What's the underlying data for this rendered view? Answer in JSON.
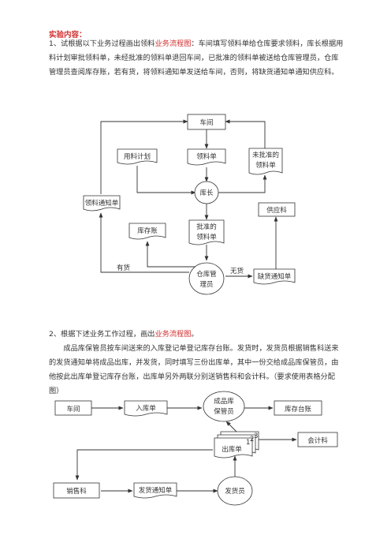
{
  "heading": "实验内容：",
  "q1": {
    "prefix": "1、试根据以下业务过程画出领料",
    "highlight": "业务流程图",
    "rest": "：车间填写领料单给仓库要求领料，库长根据用料计划审批领料单，未经批准的领料单退回车间，已批准的领料单被送给仓库管理员，仓库管理员查阅库存账，若有货，将领料通知单发送给车间，否则，将缺货通知单通知供应科。"
  },
  "d1": {
    "chejian": "车间",
    "yongliao": "用料计划",
    "lingliaodan": "领料单",
    "weipizhun_1": "未批准的",
    "weipizhun_2": "领料单",
    "kuzhang": "库长",
    "lingliao_tongzhi": "领料通知单",
    "gongying": "供应科",
    "kucunzhang": "库存账",
    "pizhun_1": "批准的",
    "pizhun_2": "领料单",
    "youhuo": "有货",
    "guanliyuan_1": "仓库管",
    "guanliyuan_2": "理员",
    "wuhuo": "无货",
    "quehuo": "缺货通知单"
  },
  "q2": {
    "prefix": "2、根据下述业务工作过程，画出",
    "highlight": "业务流程图",
    "suffix": "。",
    "para": "成品库保管员按车间送来的入库登记单登记库存台账。发货时，发货员根据销售科送来的发货通知单将成品出库，并发货，同时填写三份出库单，其中一份交给成品库保管员，由他按此出库单登记库存台账，出库单另外两联分别送销售科和会计科。（要求使用表格分配图）"
  },
  "d2": {
    "chejian": "车间",
    "rukudan": "入库单",
    "baoguan_1": "成品库",
    "baoguan_2": "保管员",
    "taizhang": "库存台账",
    "n1": "1",
    "n2": "2",
    "n3": "3",
    "chukudan": "出库单",
    "kuaiji": "会计科",
    "xiaoshou": "销售科",
    "fahuo_tongzhi": "发货通知单",
    "fahuoyuan": "发货员"
  }
}
